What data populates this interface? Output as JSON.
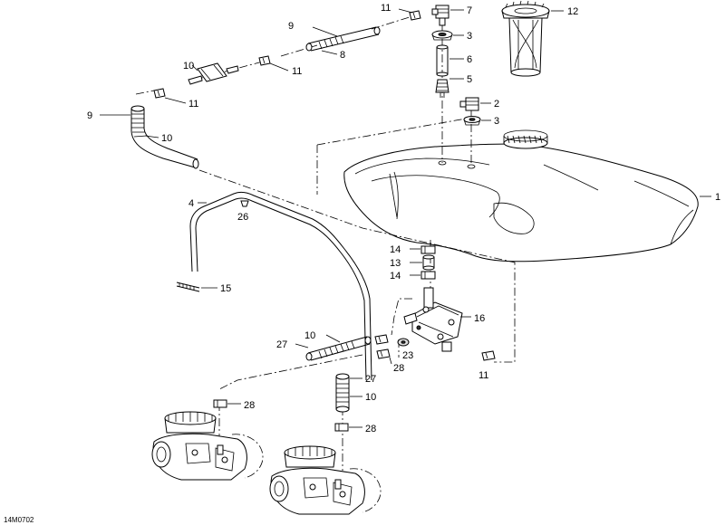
{
  "diagram": {
    "code": "14M0702",
    "callouts": [
      {
        "id": "c1",
        "n": "1"
      },
      {
        "id": "c2",
        "n": "2"
      },
      {
        "id": "c3a",
        "n": "3"
      },
      {
        "id": "c3b",
        "n": "3"
      },
      {
        "id": "c4",
        "n": "4"
      },
      {
        "id": "c5",
        "n": "5"
      },
      {
        "id": "c6",
        "n": "6"
      },
      {
        "id": "c7",
        "n": "7"
      },
      {
        "id": "c8",
        "n": "8"
      },
      {
        "id": "c9a",
        "n": "9"
      },
      {
        "id": "c9b",
        "n": "9"
      },
      {
        "id": "c10a",
        "n": "10"
      },
      {
        "id": "c10b",
        "n": "10"
      },
      {
        "id": "c10c",
        "n": "10"
      },
      {
        "id": "c10d",
        "n": "10"
      },
      {
        "id": "c11a",
        "n": "11"
      },
      {
        "id": "c11b",
        "n": "11"
      },
      {
        "id": "c11c",
        "n": "11"
      },
      {
        "id": "c11d",
        "n": "11"
      },
      {
        "id": "c12",
        "n": "12"
      },
      {
        "id": "c13",
        "n": "13"
      },
      {
        "id": "c14a",
        "n": "14"
      },
      {
        "id": "c14b",
        "n": "14"
      },
      {
        "id": "c15",
        "n": "15"
      },
      {
        "id": "c16",
        "n": "16"
      },
      {
        "id": "c23",
        "n": "23"
      },
      {
        "id": "c26",
        "n": "26"
      },
      {
        "id": "c27a",
        "n": "27"
      },
      {
        "id": "c27b",
        "n": "27"
      },
      {
        "id": "c28a",
        "n": "28"
      },
      {
        "id": "c28b",
        "n": "28"
      },
      {
        "id": "c28c",
        "n": "28"
      }
    ]
  }
}
